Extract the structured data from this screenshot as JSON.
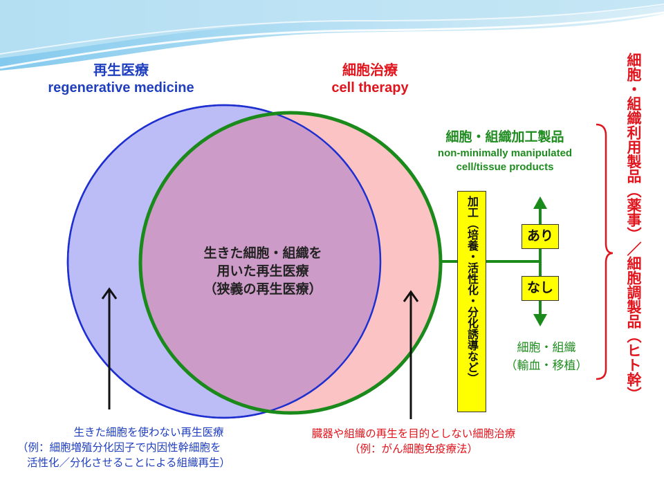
{
  "regenerative_medicine": {
    "ja": "再生医療",
    "en": "regenerative medicine"
  },
  "cell_therapy": {
    "ja": "細胞治療",
    "en": "cell therapy"
  },
  "overlap": {
    "line1": "生きた細胞・組織を",
    "line2": "用いた再生医療",
    "line3": "（狭義の再生医療）"
  },
  "processed_products": {
    "ja": "細胞・組織加工製品",
    "en_line1": "non-minimally manipulated",
    "en_line2": "cell/tissue products"
  },
  "processing_label": "加工（培養・活性化・分化誘導など）",
  "with_label": "あり",
  "without_label": "なし",
  "cells_tissues": {
    "line1": "細胞・組織",
    "line2": "（輸血・移植）"
  },
  "right_vertical": "細胞・組織利用製品（薬事）／細胞調製品（ヒト幹）",
  "left_caption": {
    "line1": "生きた細胞を使わない再生医療",
    "line2": "（例：細胞増殖分化因子で内因性幹細胞を",
    "line3": "活性化／分化させることによる組織再生）"
  },
  "right_caption": {
    "line1": "臓器や組織の再生を目的としない細胞治療",
    "line2": "（例：がん細胞免疫療法）"
  },
  "colors": {
    "regen_blue": "#1f3fbf",
    "cell_red": "#e0141c",
    "product_green": "#1f8c1f",
    "highlight_yellow": "#ffff00"
  }
}
